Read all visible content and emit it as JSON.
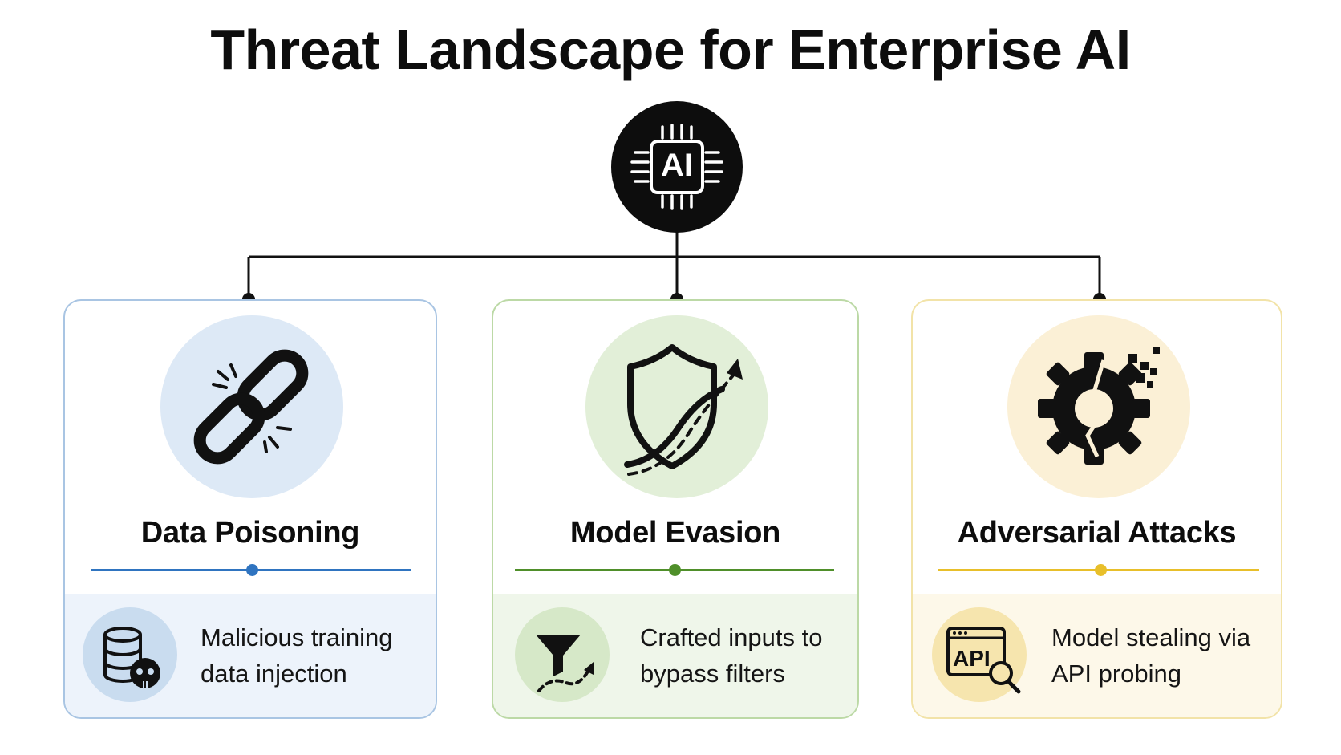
{
  "title": "Threat Landscape for Enterprise AI",
  "hub": {
    "label": "AI",
    "icon": "ai-chip-icon"
  },
  "cards": [
    {
      "title": "Data Poisoning",
      "description": "Malicious training data injection",
      "main_icon": "broken-chain-icon",
      "detail_icon": "database-skull-icon",
      "accent": "#2f74c0",
      "tint": "#dde9f6",
      "panel": "#edf3fb"
    },
    {
      "title": "Model Evasion",
      "description": "Crafted inputs to bypass filters",
      "main_icon": "shield-bypass-icon",
      "detail_icon": "funnel-bypass-icon",
      "accent": "#4f8f2a",
      "tint": "#e2efd8",
      "panel": "#eff6ea"
    },
    {
      "title": "Adversarial Attacks",
      "description": "Model stealing via API probing",
      "main_icon": "broken-gear-icon",
      "detail_icon": "api-search-icon",
      "detail_text": "API",
      "accent": "#e8bf2a",
      "tint": "#fbf0d6",
      "panel": "#fdf8e9"
    }
  ]
}
